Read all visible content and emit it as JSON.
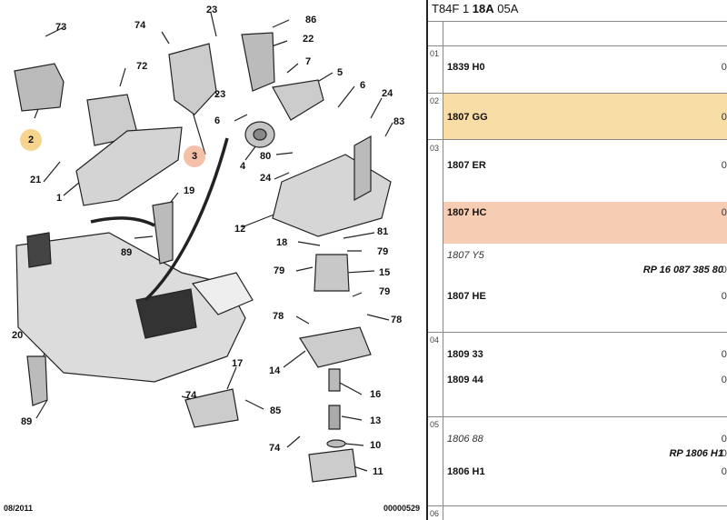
{
  "diagram": {
    "callouts": [
      "73",
      "2",
      "74",
      "72",
      "23",
      "86",
      "22",
      "7",
      "5",
      "6",
      "24",
      "83",
      "23",
      "6",
      "3",
      "4",
      "80",
      "24",
      "21",
      "1",
      "12",
      "19",
      "89",
      "18",
      "81",
      "79",
      "79",
      "15",
      "79",
      "78",
      "78",
      "14",
      "20",
      "16",
      "13",
      "10",
      "11",
      "89",
      "17",
      "74",
      "85",
      "74"
    ],
    "highlighted": [
      {
        "label": "2",
        "color": "#f6d48e"
      },
      {
        "label": "3",
        "color": "#f3c0a8"
      }
    ],
    "footer_left": "08/2011",
    "footer_right": "00000529"
  },
  "parts_panel": {
    "header": {
      "prefix": "T84F 1 ",
      "bold": "18A",
      "suffix": " 05A"
    },
    "groups": [
      "01",
      "02",
      "03",
      "04",
      "05",
      "06"
    ],
    "rows": [
      {
        "ref": "1839 H0",
        "tail": "0'"
      },
      {
        "ref": "1807 GG",
        "tail": "0'"
      },
      {
        "ref": "1807 ER",
        "tail": "0'"
      },
      {
        "ref": "1807 HC",
        "tail": "0'"
      },
      {
        "ref": "1807 Y5",
        "rp": "RP 16 087 385 80",
        "tail": "0'"
      },
      {
        "ref": "1807 HE",
        "tail": "0'"
      },
      {
        "ref": "1809 33",
        "tail": "0'"
      },
      {
        "ref": "1809 44",
        "tail": "0'"
      },
      {
        "ref": "1806 88",
        "tail": "0'"
      },
      {
        "ref": "",
        "rp": "RP 1806 H1",
        "tail": "0'"
      },
      {
        "ref": "1806 H1",
        "tail": "0'"
      }
    ],
    "highlight_colors": {
      "yellow": "#f8dda6",
      "salmon": "#f6ccb3"
    }
  }
}
